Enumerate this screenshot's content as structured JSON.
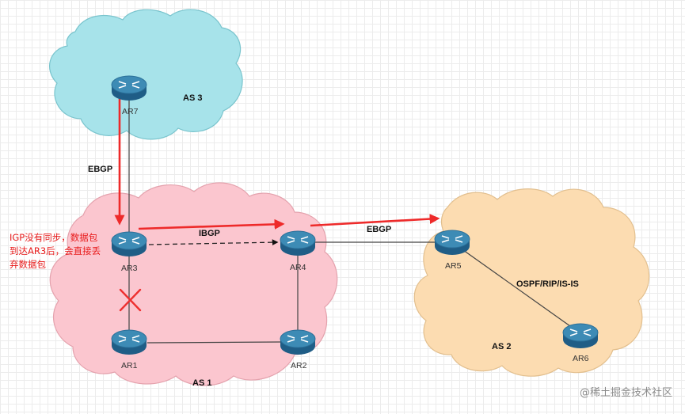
{
  "clouds": {
    "as3": {
      "label": "AS 3",
      "fill": "#a7e3ea"
    },
    "as1": {
      "label": "AS 1",
      "fill": "#fbc6cf"
    },
    "as2": {
      "label": "AS 2",
      "fill": "#fcdcb1"
    }
  },
  "routers": {
    "ar7": "AR7",
    "ar3": "AR3",
    "ar4": "AR4",
    "ar1": "AR1",
    "ar2": "AR2",
    "ar5": "AR5",
    "ar6": "AR6"
  },
  "links": {
    "ebgp_vertical": "EBGP",
    "ibgp": "IBGP",
    "ebgp_horizontal": "EBGP",
    "igp_as2": "OSPF/RIP/IS-IS"
  },
  "annotation": {
    "lines": [
      "IGP没有同步，数据包",
      "到达AR3后，会直接丢",
      "弃数据包"
    ],
    "color": "#e81c1c"
  },
  "watermark": "@稀土掘金技术社区",
  "colors": {
    "router_top": "#3d8bb5",
    "router_side": "#1f5d86",
    "arrow": "#ee2a2a",
    "line": "#444444"
  }
}
